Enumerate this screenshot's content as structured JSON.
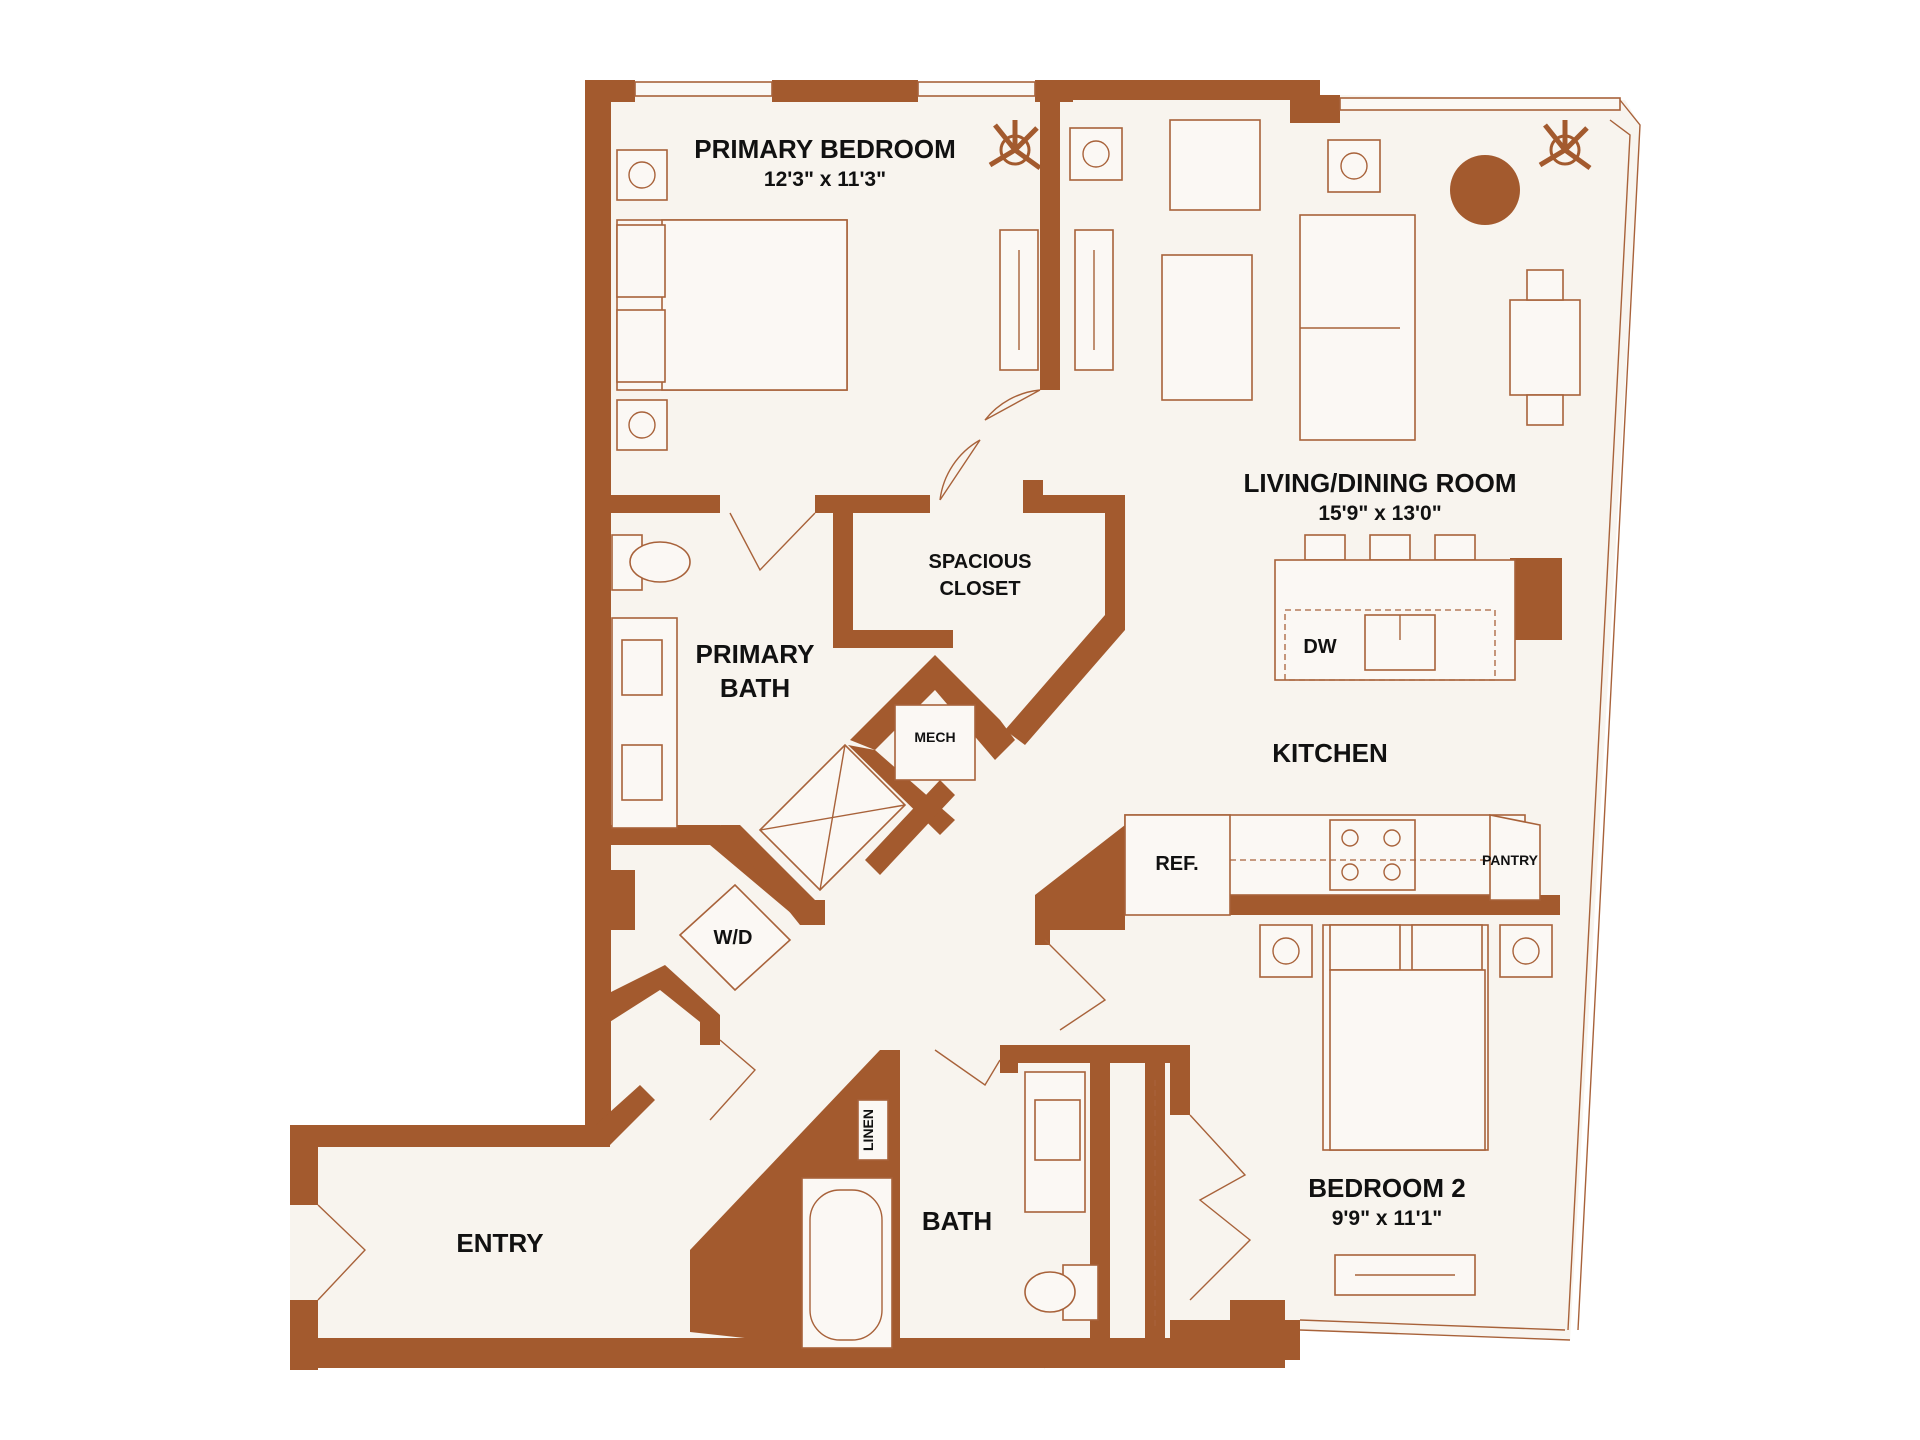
{
  "colors": {
    "wall": "#a35a2e",
    "floor": "#f8f4ee",
    "fixture_line": "#a8623a",
    "background": "#ffffff"
  },
  "rooms": {
    "primary_bedroom": {
      "name": "PRIMARY BEDROOM",
      "dims": "12'3\" x 11'3\""
    },
    "living_dining": {
      "name": "LIVING/DINING ROOM",
      "dims": "15'9\" x 13'0\""
    },
    "spacious_closet": {
      "line1": "SPACIOUS",
      "line2": "CLOSET"
    },
    "primary_bath": {
      "line1": "PRIMARY",
      "line2": "BATH"
    },
    "mech": "MECH",
    "kitchen": "KITCHEN",
    "dw": "DW",
    "ref": "REF.",
    "pantry": "PANTRY",
    "wd": "W/D",
    "linen": "LINEN",
    "bath": "BATH",
    "bedroom2": {
      "name": "BEDROOM 2",
      "dims": "9'9\" x 11'1\""
    },
    "entry": "ENTRY"
  },
  "icons": [
    "plant-icon",
    "lamp-icon",
    "toilet-icon",
    "sink-icon",
    "stove-icon",
    "door-swing-icon"
  ]
}
